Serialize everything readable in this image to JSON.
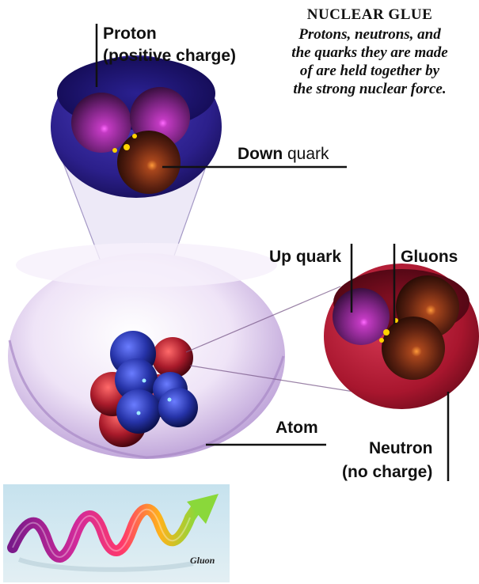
{
  "caption": {
    "title": "NUCLEAR GLUE",
    "body_lines": [
      "Protons, neutrons, and",
      "the quarks they are made",
      "of are held together by",
      "the strong nuclear force."
    ]
  },
  "labels": {
    "proton_line1": "Proton",
    "proton_line2": "(positive charge)",
    "down_bold": "Down",
    "down_rest": " quark",
    "up_quark": "Up quark",
    "gluons": "Gluons",
    "atom": "Atom",
    "neutron_line1": "Neutron",
    "neutron_line2": "(no charge)"
  },
  "inset": {
    "label": "Gluon"
  },
  "colors": {
    "proton_shell": "#2b1f8a",
    "neutron_shell": "#a8162e",
    "up_quark": "#9a2a9a",
    "down_quark": "#5a2010",
    "gluon": "#ffd200",
    "atom_shell": "#d9c6ec"
  }
}
